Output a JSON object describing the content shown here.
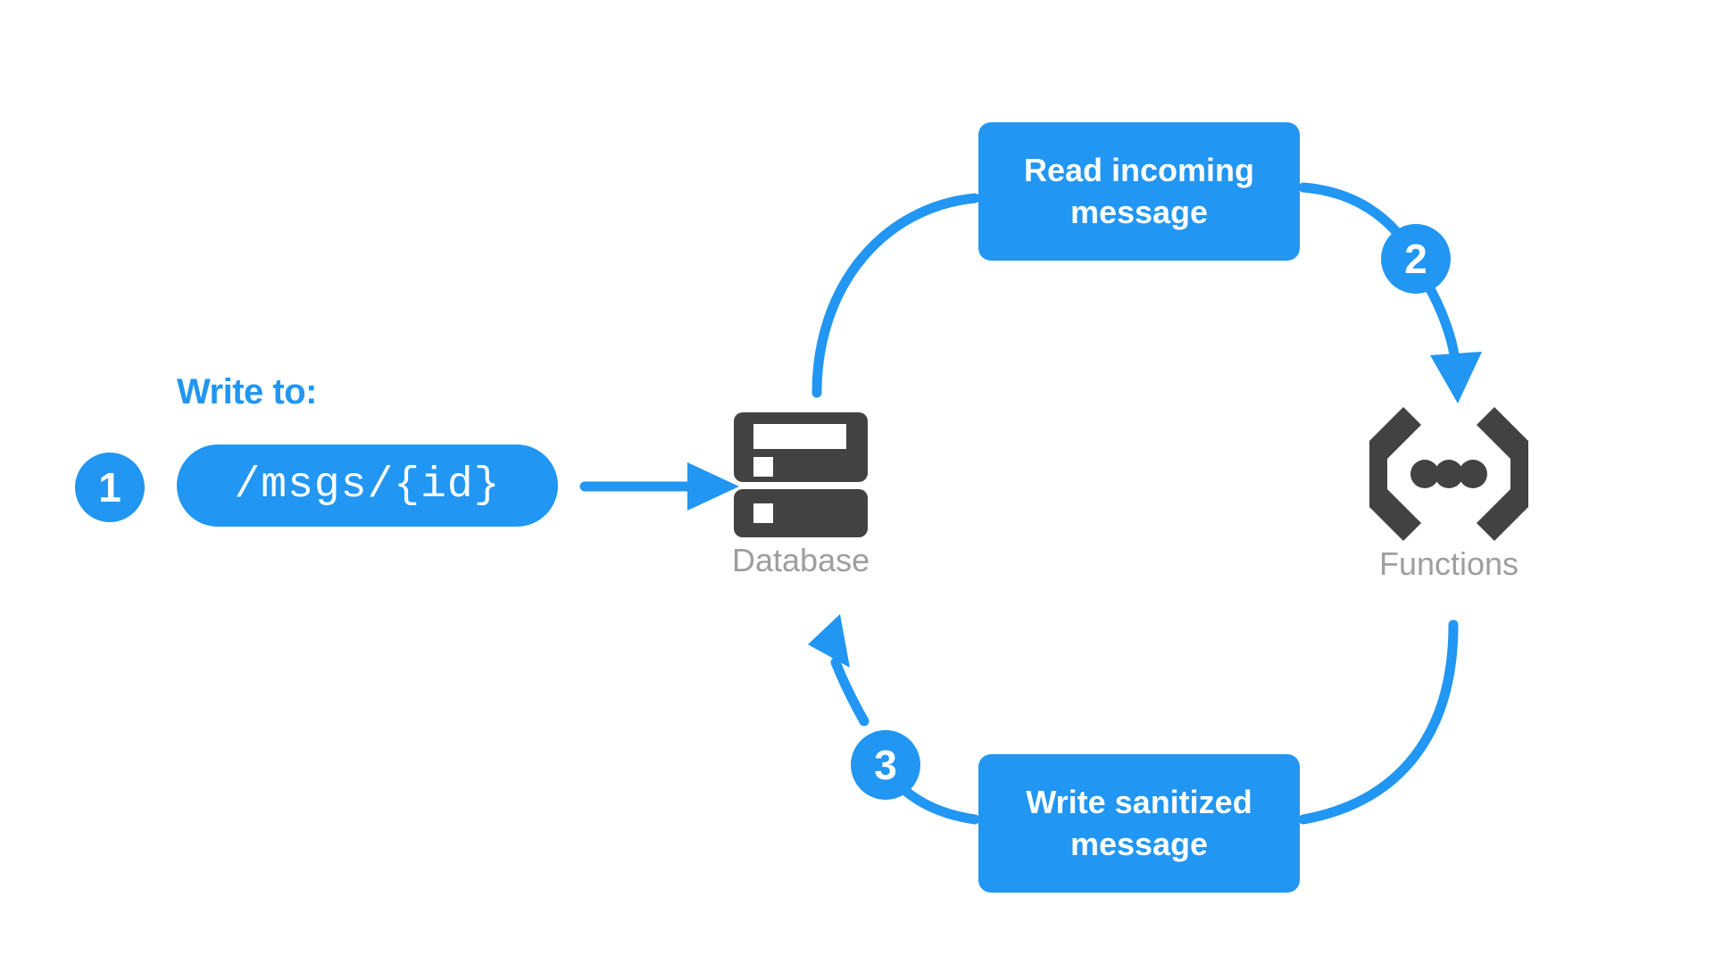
{
  "diagram": {
    "title": "Database write, Functions sanitize, Database rewrite flow",
    "colors": {
      "accent_blue": "#2196f3",
      "icon_dark": "#424242",
      "caption_gray": "#9e9e9e",
      "background": "#ffffff",
      "text_on_accent": "#ffffff"
    }
  },
  "step1": {
    "badge": "1",
    "label": "Write to:",
    "path_value": "/msgs/{id}"
  },
  "step2": {
    "badge": "2",
    "box_label": "Read incoming message"
  },
  "step3": {
    "badge": "3",
    "box_label": "Write sanitized message"
  },
  "nodes": [
    {
      "icon": "database-icon",
      "caption": "Database"
    },
    {
      "icon": "functions-icon",
      "caption": "Functions"
    }
  ],
  "edges": [
    {
      "name": "pill-to-database-arrow",
      "from": "/msgs/{id}",
      "to": "Database",
      "arrowhead": true
    },
    {
      "name": "database-to-read-box-curve",
      "from": "Database",
      "to": "Read incoming message",
      "arrowhead": false
    },
    {
      "name": "read-box-to-functions-arrow",
      "from": "Read incoming message",
      "to": "Functions",
      "arrowhead": true,
      "badge": "2"
    },
    {
      "name": "functions-to-write-box-curve",
      "from": "Functions",
      "to": "Write sanitized message",
      "arrowhead": false
    },
    {
      "name": "write-box-to-database-arrow",
      "from": "Write sanitized message",
      "to": "Database",
      "arrowhead": true,
      "badge": "3"
    }
  ]
}
